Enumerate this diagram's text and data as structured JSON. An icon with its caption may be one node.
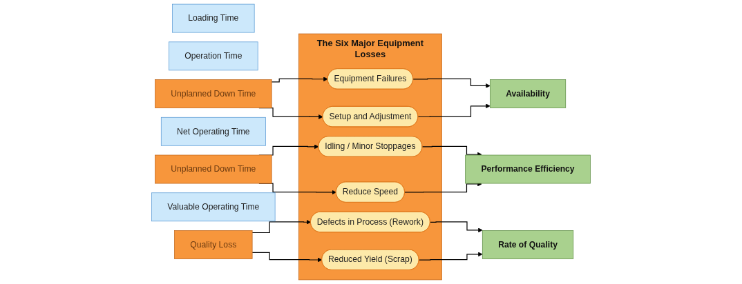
{
  "diagram": {
    "nodes": [
      {
        "text": [
          "Loading Time"
        ]
      },
      {
        "text": [
          "Operation Time"
        ]
      },
      {
        "text": [
          "Unplanned Down Time"
        ]
      },
      {
        "text": [
          "Net Operating Time"
        ]
      },
      {
        "text": [
          "Unplanned Down Time"
        ]
      },
      {
        "text": [
          "Valuable Operating Time"
        ]
      },
      {
        "text": [
          "Quality Loss"
        ]
      },
      {
        "text": [
          "The Six Major Equipment Losses"
        ]
      },
      {
        "text": [
          "Equipment Failures"
        ],
        "in": 7
      },
      {
        "text": [
          "Setup and Adjustment"
        ],
        "in": 7
      },
      {
        "text": [
          "Idling / Minor Stoppages"
        ],
        "in": 7
      },
      {
        "text": [
          "Reduce Speed"
        ],
        "in": 7
      },
      {
        "text": [
          "Defects in Process (Rework)"
        ],
        "in": 7
      },
      {
        "text": [
          "Reduced Yield (Scrap)"
        ],
        "in": 7
      },
      {
        "text": [
          "Availability"
        ]
      },
      {
        "text": [
          "Performance Efficiency"
        ]
      },
      {
        "text": [
          "Rate of Quality"
        ]
      }
    ],
    "edges": [
      {
        "from": 2,
        "to": 8,
        "arrow": "to"
      },
      {
        "from": 2,
        "to": 9,
        "arrow": "to"
      },
      {
        "from": 4,
        "to": 10,
        "arrow": "to"
      },
      {
        "from": 4,
        "to": 11,
        "arrow": "to"
      },
      {
        "from": 6,
        "to": 12,
        "arrow": "to"
      },
      {
        "from": 6,
        "to": 13,
        "arrow": "to"
      },
      {
        "from": 8,
        "to": 14,
        "arrow": "to"
      },
      {
        "from": 9,
        "to": 14,
        "arrow": "to"
      },
      {
        "from": 10,
        "to": 15,
        "arrow": "to"
      },
      {
        "from": 11,
        "to": 15,
        "arrow": "to"
      },
      {
        "from": 12,
        "to": 16,
        "arrow": "to"
      },
      {
        "from": 13,
        "to": 16,
        "arrow": "to"
      }
    ]
  }
}
